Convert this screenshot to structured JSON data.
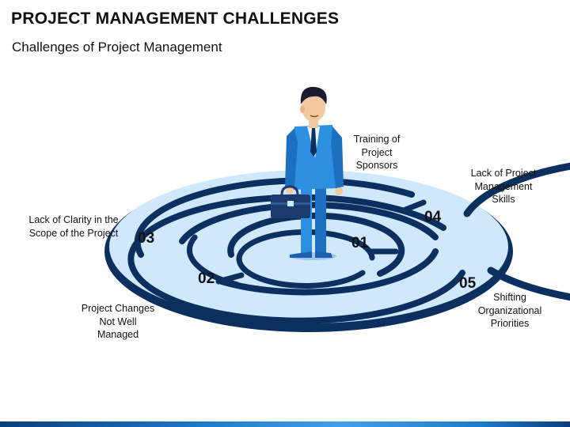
{
  "header": {
    "title": "PROJECT MANAGEMENT CHALLENGES",
    "subtitle": "Challenges of Project Management"
  },
  "challenges": [
    {
      "number": "01",
      "label": "Training of Project Sponsors"
    },
    {
      "number": "02",
      "label": "Project Changes Not Well Managed"
    },
    {
      "number": "03",
      "label": "Lack of Clarity in the Scope of the Project"
    },
    {
      "number": "04",
      "label": "Lack of Project Management Skills"
    },
    {
      "number": "05",
      "label": "Shifting Organizational Priorities"
    }
  ],
  "colors": {
    "maze_wall": "#0b2f5e",
    "maze_floor": "#cfe8fb",
    "maze_ring_fill": "#e3f2fd",
    "suit": "#2d8fe0",
    "suit_dark": "#1d6fc0",
    "briefcase": "#1b3b6f"
  },
  "icons": [
    "businessman-illustration",
    "briefcase-icon",
    "maze-illustration"
  ]
}
